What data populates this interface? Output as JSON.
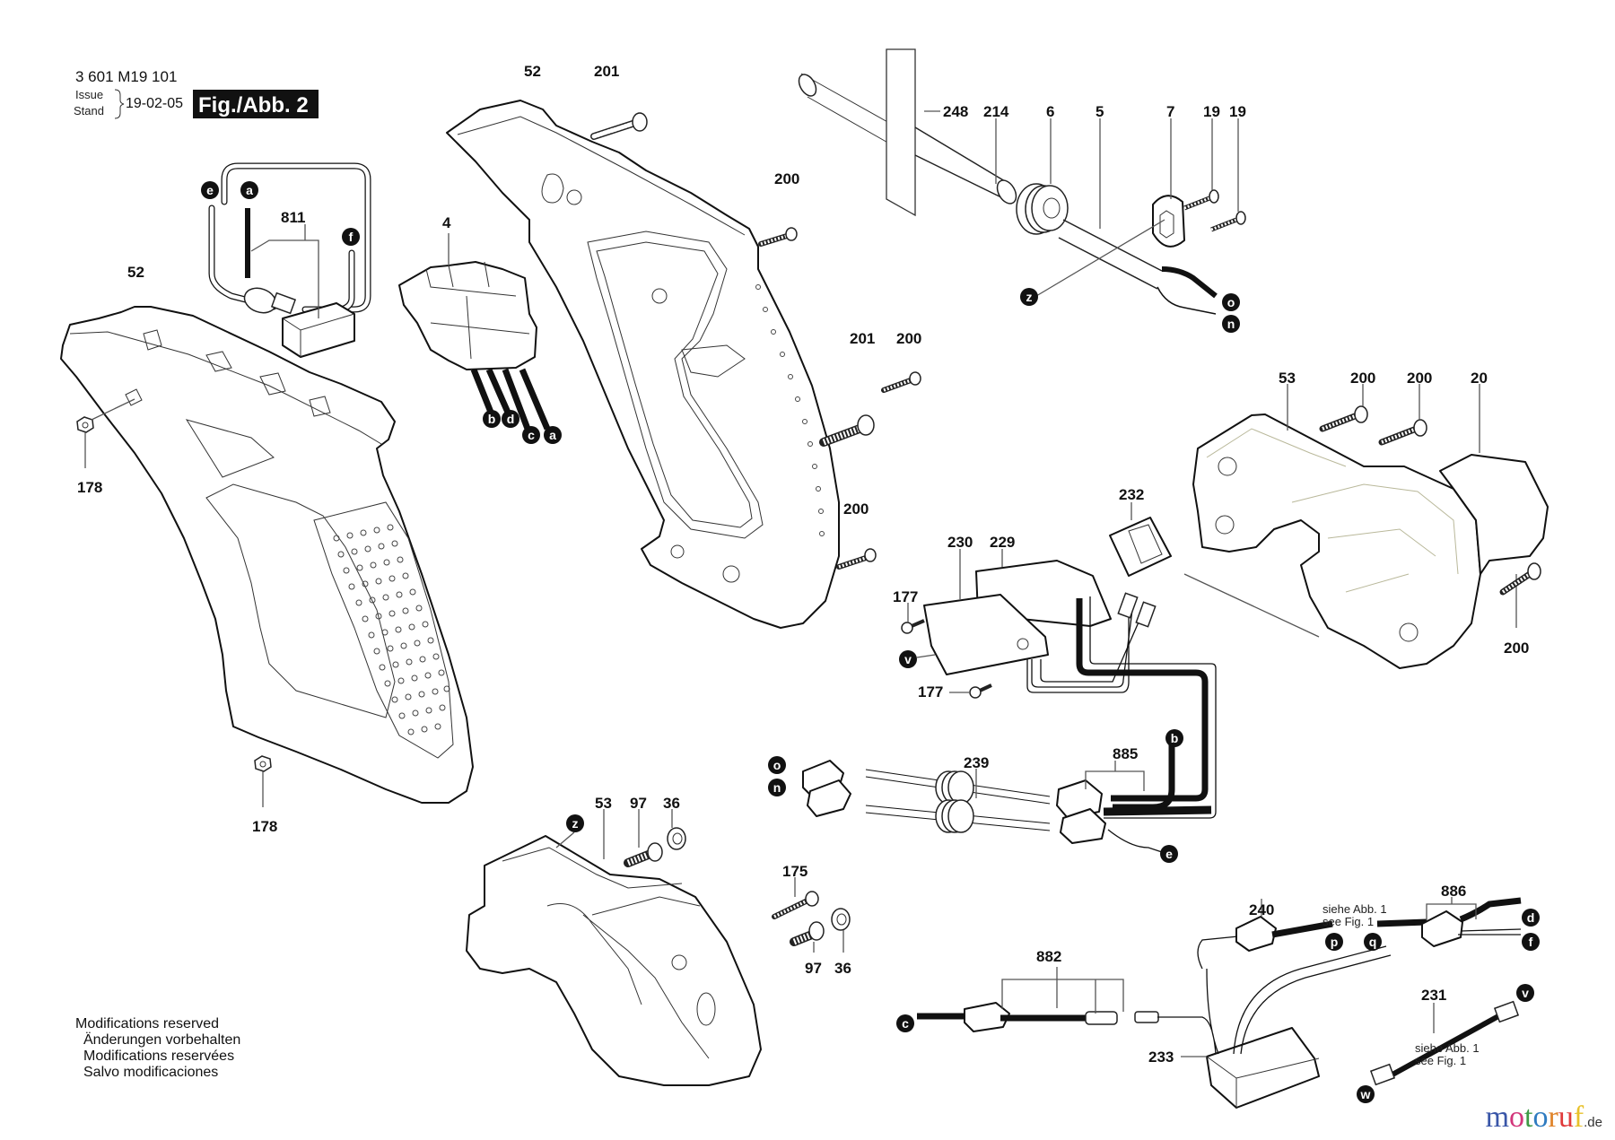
{
  "header": {
    "document_number": "3 601 M19 101",
    "issue_label": "Issue",
    "stand_label": "Stand",
    "issue_date": "19-02-05",
    "figure_label": "Fig./Abb. 2"
  },
  "footer_notes": [
    "Modifications reserved",
    "Änderungen vorbehalten",
    "Modifications reservées",
    "Salvo modificaciones"
  ],
  "cross_references": {
    "see_fig_de": "siehe Abb. 1",
    "see_fig_en": "see Fig. 1"
  },
  "watermark": {
    "letters": [
      "m",
      "o",
      "t",
      "o",
      "r",
      "u",
      "f"
    ],
    "letter_colors": [
      "#3a56a8",
      "#d2357a",
      "#3f9a45",
      "#2f7bc0",
      "#e0842b",
      "#e03a3a",
      "#e8c12a"
    ],
    "tld": ".de"
  },
  "part_labels": [
    {
      "id": "52-rear",
      "text": "52"
    },
    {
      "id": "201-top",
      "text": "201"
    },
    {
      "id": "52-left",
      "text": "52"
    },
    {
      "id": "811",
      "text": "811"
    },
    {
      "id": "4",
      "text": "4"
    },
    {
      "id": "200-a",
      "text": "200"
    },
    {
      "id": "248",
      "text": "248"
    },
    {
      "id": "214",
      "text": "214"
    },
    {
      "id": "6",
      "text": "6"
    },
    {
      "id": "5",
      "text": "5"
    },
    {
      "id": "7",
      "text": "7"
    },
    {
      "id": "19-a",
      "text": "19"
    },
    {
      "id": "19-b",
      "text": "19"
    },
    {
      "id": "201-mid",
      "text": "201"
    },
    {
      "id": "200-b",
      "text": "200"
    },
    {
      "id": "53-right",
      "text": "53"
    },
    {
      "id": "200-c",
      "text": "200"
    },
    {
      "id": "200-d",
      "text": "200"
    },
    {
      "id": "20",
      "text": "20"
    },
    {
      "id": "178-a",
      "text": "178"
    },
    {
      "id": "178-b",
      "text": "178"
    },
    {
      "id": "200-e",
      "text": "200"
    },
    {
      "id": "232",
      "text": "232"
    },
    {
      "id": "230",
      "text": "230"
    },
    {
      "id": "229",
      "text": "229"
    },
    {
      "id": "177-a",
      "text": "177"
    },
    {
      "id": "177-b",
      "text": "177"
    },
    {
      "id": "200-f",
      "text": "200"
    },
    {
      "id": "239",
      "text": "239"
    },
    {
      "id": "885",
      "text": "885"
    },
    {
      "id": "53-bottom",
      "text": "53"
    },
    {
      "id": "97-a",
      "text": "97"
    },
    {
      "id": "36-a",
      "text": "36"
    },
    {
      "id": "175",
      "text": "175"
    },
    {
      "id": "97-b",
      "text": "97"
    },
    {
      "id": "36-b",
      "text": "36"
    },
    {
      "id": "882",
      "text": "882"
    },
    {
      "id": "240",
      "text": "240"
    },
    {
      "id": "886",
      "text": "886"
    },
    {
      "id": "233",
      "text": "233"
    },
    {
      "id": "231",
      "text": "231"
    }
  ],
  "connection_markers": [
    {
      "id": "e-top",
      "letter": "e"
    },
    {
      "id": "a-top",
      "letter": "a"
    },
    {
      "id": "f-top",
      "letter": "f"
    },
    {
      "id": "b-switch",
      "letter": "b"
    },
    {
      "id": "d-switch",
      "letter": "d"
    },
    {
      "id": "c-switch",
      "letter": "c"
    },
    {
      "id": "a-switch",
      "letter": "a"
    },
    {
      "id": "z-cable",
      "letter": "z"
    },
    {
      "id": "o-cable",
      "letter": "o"
    },
    {
      "id": "n-cable",
      "letter": "n"
    },
    {
      "id": "v-board",
      "letter": "v"
    },
    {
      "id": "b-885",
      "letter": "b"
    },
    {
      "id": "o-239",
      "letter": "o"
    },
    {
      "id": "n-239",
      "letter": "n"
    },
    {
      "id": "e-885",
      "letter": "e"
    },
    {
      "id": "z-cover",
      "letter": "z"
    },
    {
      "id": "p-240",
      "letter": "p"
    },
    {
      "id": "q-886",
      "letter": "q"
    },
    {
      "id": "d-886",
      "letter": "d"
    },
    {
      "id": "f-886",
      "letter": "f"
    },
    {
      "id": "v-231",
      "letter": "v"
    },
    {
      "id": "w-231",
      "letter": "w"
    },
    {
      "id": "c-882",
      "letter": "c"
    }
  ]
}
